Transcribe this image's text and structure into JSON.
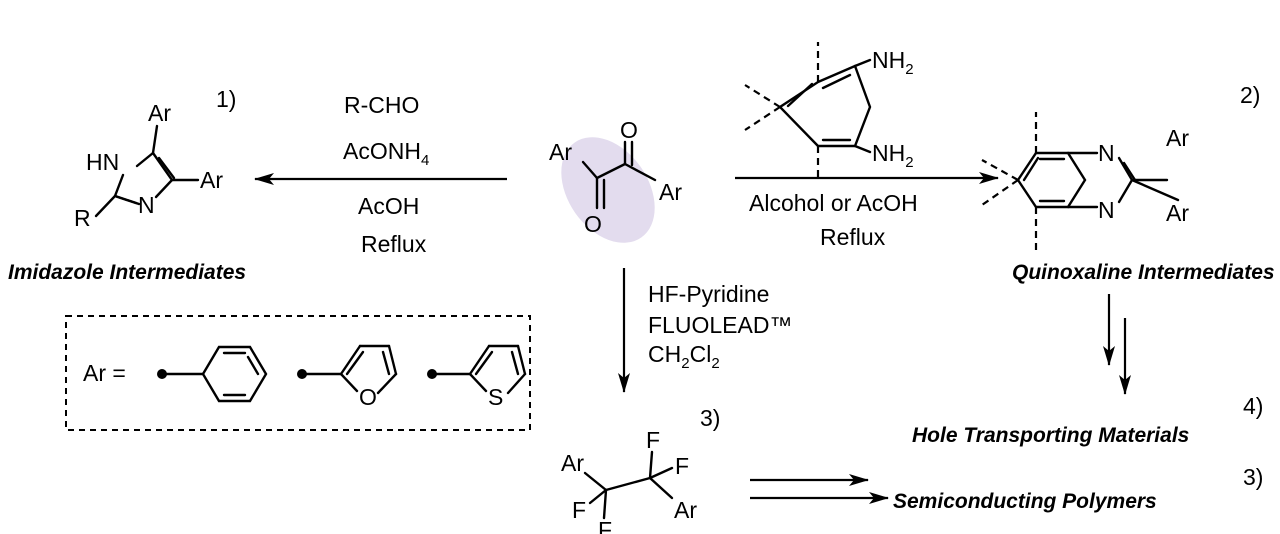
{
  "colors": {
    "highlight": "#e3dcee",
    "ink": "#000000"
  },
  "core": {
    "ar1": "Ar",
    "ar2": "Ar",
    "o1": "O",
    "o2": "O"
  },
  "route1": {
    "number": "1)",
    "reagent1": "R-CHO",
    "reagent2_base": "AcONH",
    "reagent2_sub": "4",
    "reagent3": "AcOH",
    "reagent4": "Reflux",
    "product_label": "Imidazole Intermediates",
    "atoms": {
      "hn": "HN",
      "n": "N",
      "r": "R",
      "ar_top": "Ar",
      "ar_right": "Ar"
    }
  },
  "route2": {
    "number": "2)",
    "amine1_base": "NH",
    "amine1_sub": "2",
    "amine2_base": "NH",
    "amine2_sub": "2",
    "condition1": "Alcohol or AcOH",
    "condition2": "Reflux",
    "product_label": "Quinoxaline Intermediates",
    "atoms": {
      "n_top": "N",
      "n_bottom": "N",
      "ar_top": "Ar",
      "ar_bottom": "Ar"
    }
  },
  "route3": {
    "number": "3)",
    "reagent1": "HF-Pyridine",
    "reagent2": "FLUOLEAD™",
    "solvent_parts": [
      "CH",
      "2",
      "Cl",
      "2"
    ],
    "atoms": {
      "ar_left": "Ar",
      "ar_right": "Ar",
      "f1": "F",
      "f2": "F",
      "f3": "F",
      "f4": "F"
    }
  },
  "applications": {
    "htm_number": "4)",
    "htm_label": "Hole Transporting Materials",
    "sp_number": "3)",
    "sp_label": "Semiconducting Polymers"
  },
  "legend": {
    "label": "Ar =",
    "icons": [
      "benzene-icon",
      "furan-icon",
      "thiophene-icon"
    ],
    "furan_atom": "O",
    "thiophene_atom": "S"
  }
}
